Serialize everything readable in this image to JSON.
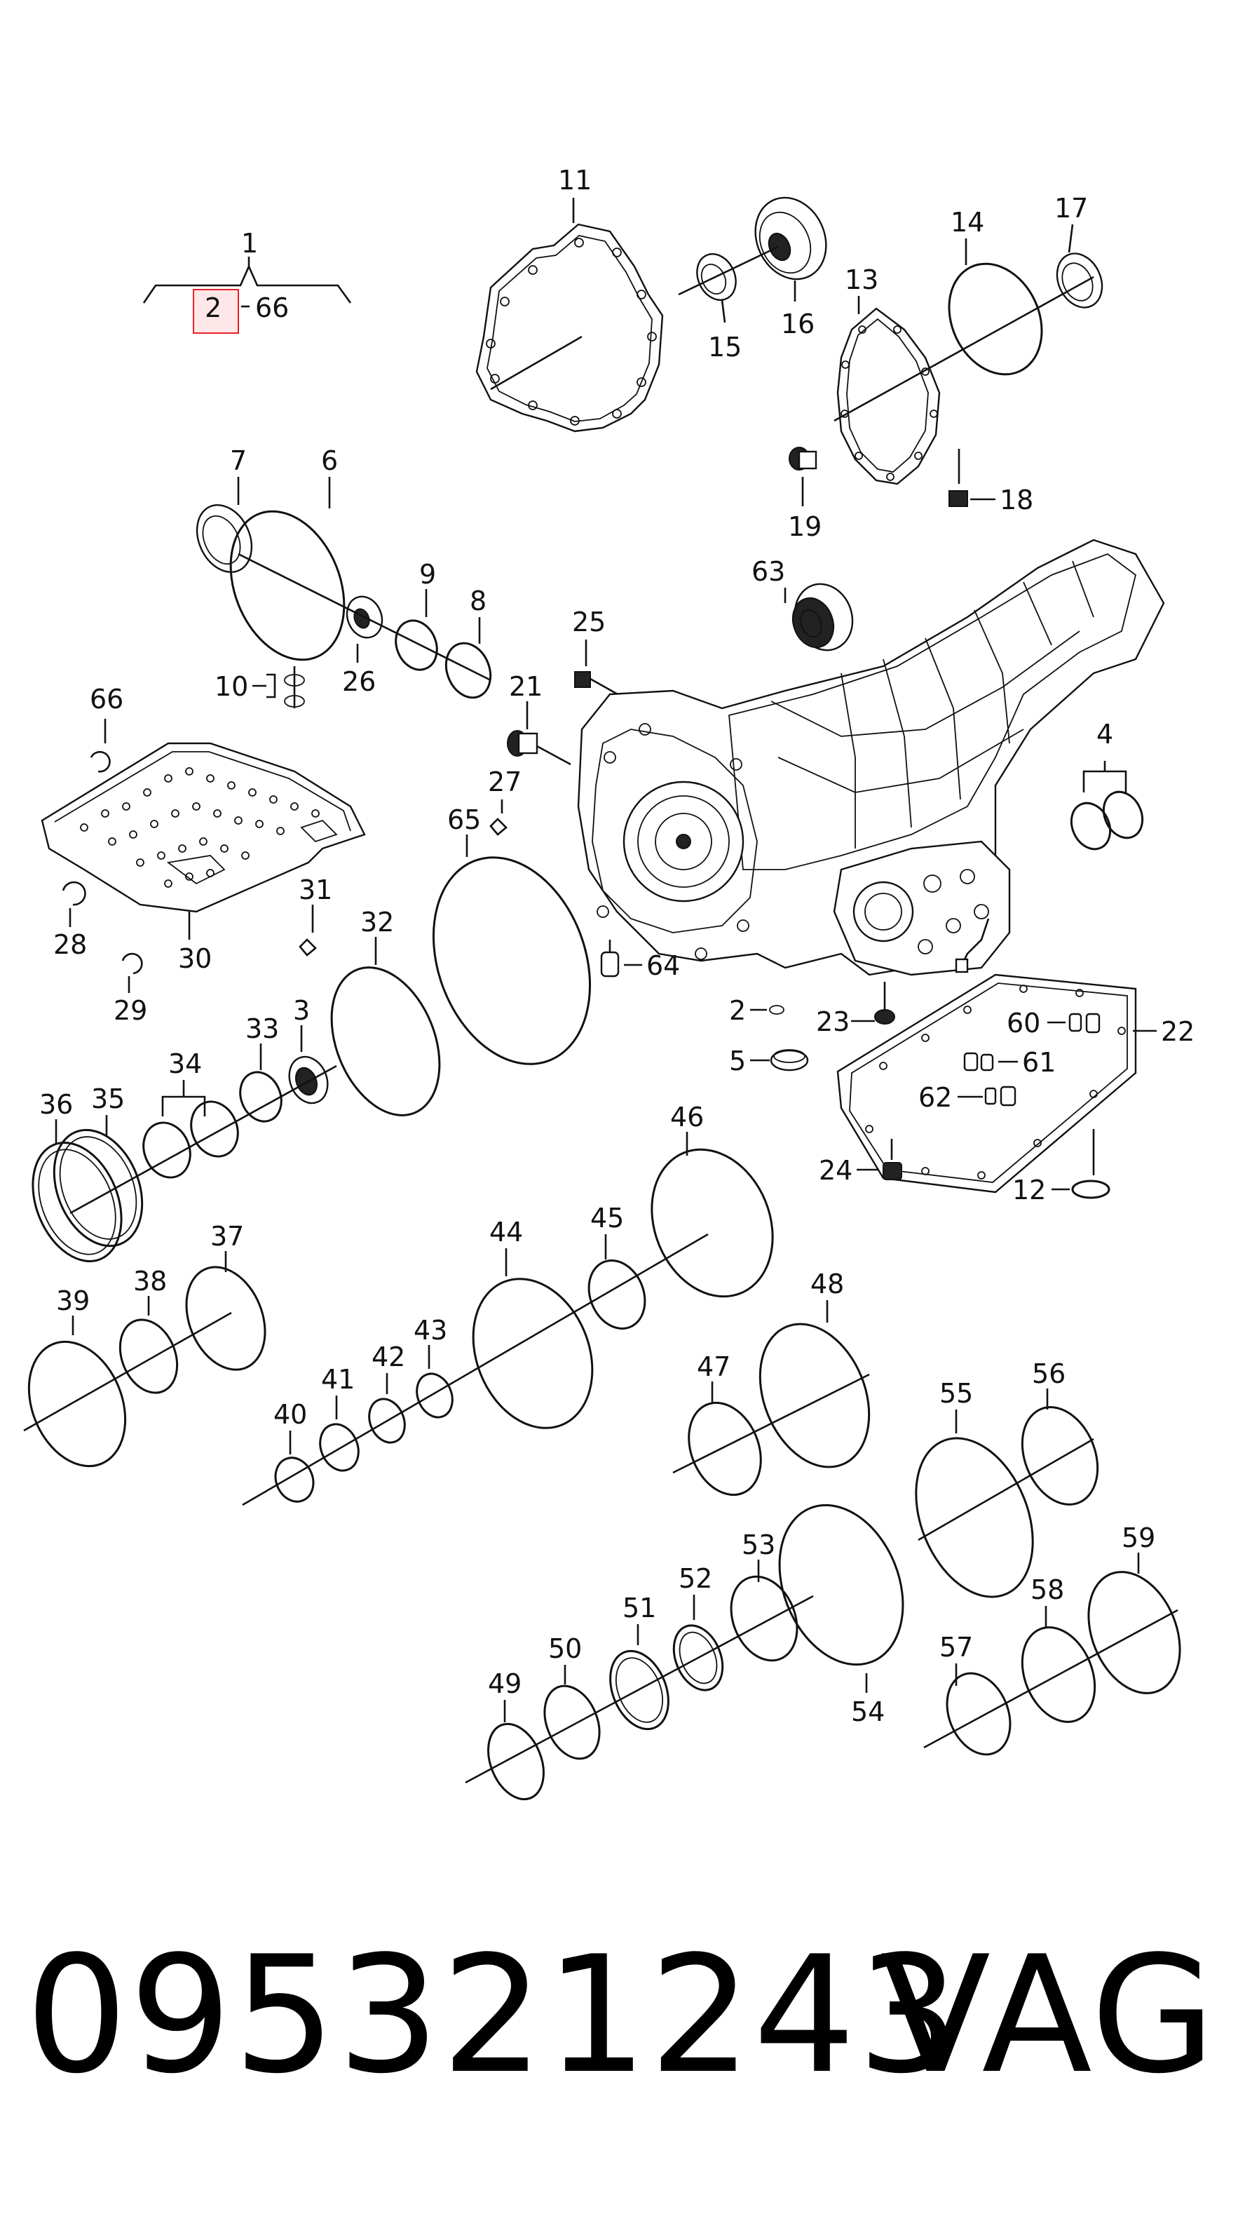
{
  "diagram": {
    "labels": {
      "l1": "1",
      "l2a": "2",
      "l66a": "66",
      "l11": "11",
      "l16": "16",
      "l15": "15",
      "l13": "13",
      "l14": "14",
      "l17": "17",
      "l18": "18",
      "l19": "19",
      "l7": "7",
      "l6": "6",
      "l9": "9",
      "l8": "8",
      "l26": "26",
      "l10": "10",
      "l63": "63",
      "l25": "25",
      "l21": "21",
      "l27": "27",
      "l4": "4",
      "l66": "66",
      "l28": "28",
      "l30": "30",
      "l31": "31",
      "l29": "29",
      "l65": "65",
      "l32": "32",
      "l3": "3",
      "l33": "33",
      "l34": "34",
      "l35": "35",
      "l36": "36",
      "l64": "64",
      "l2": "2",
      "l23": "23",
      "l5": "5",
      "l60": "60",
      "l61": "61",
      "l62": "62",
      "l22": "22",
      "l24": "24",
      "l12": "12",
      "l46": "46",
      "l45": "45",
      "l44": "44",
      "l37": "37",
      "l38": "38",
      "l39": "39",
      "l43": "43",
      "l42": "42",
      "l41": "41",
      "l40": "40",
      "l47": "47",
      "l48": "48",
      "l55": "55",
      "l56": "56",
      "l53": "53",
      "l52": "52",
      "l51": "51",
      "l50": "50",
      "l49": "49",
      "l54": "54",
      "l57": "57",
      "l58": "58",
      "l59": "59"
    },
    "highlight_color": "#e8202a"
  },
  "footer": {
    "part_number": "095321243",
    "brand": "VAG"
  }
}
